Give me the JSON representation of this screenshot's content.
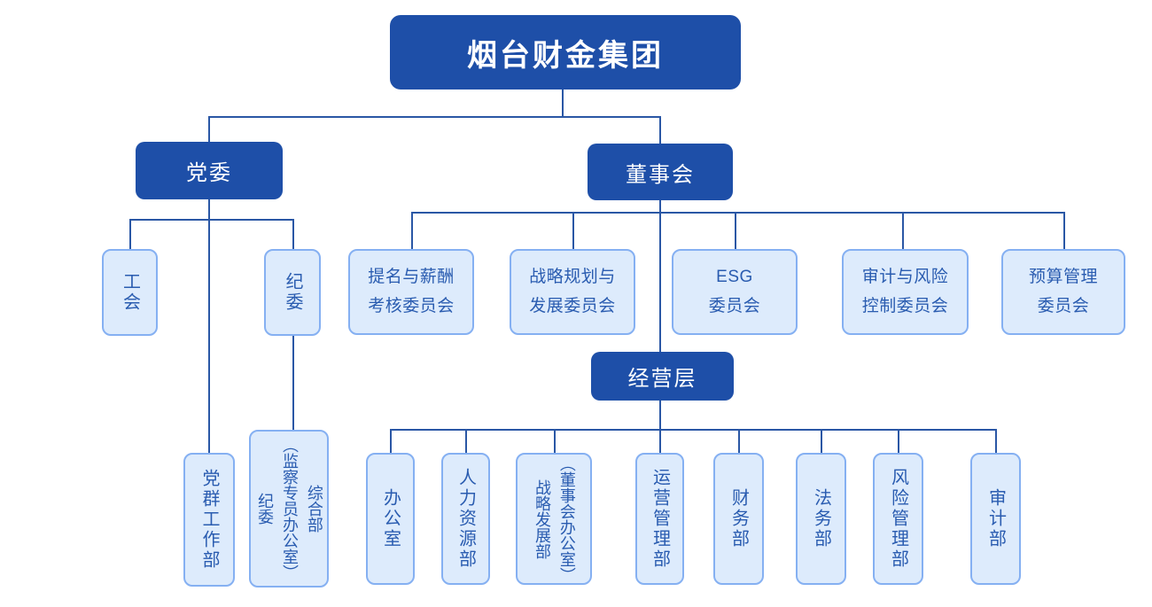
{
  "meta": {
    "diagram_type": "org-chart",
    "background": "#ffffff"
  },
  "palette": {
    "dark_node_bg": "#1e4fa8",
    "dark_node_text": "#ffffff",
    "light_node_bg": "#ddebfc",
    "light_node_border": "#85b0f2",
    "light_node_text": "#2a5cb0",
    "connector_line": "#2a57a5"
  },
  "tree": {
    "root": {
      "label": "烟台财金集团"
    },
    "party": {
      "label": "党委",
      "children": [
        {
          "label": "工会"
        },
        {
          "label": "纪委"
        }
      ],
      "party_department": {
        "label": "党群工作部"
      },
      "discipline_department": {
        "label": "纪委\n（监察专员办公室）\n综合部"
      }
    },
    "board": {
      "label": "董事会",
      "committees": [
        {
          "label": "提名与薪酬\n考核委员会"
        },
        {
          "label": "战略规划与\n发展委员会"
        },
        {
          "label": "ESG\n委员会"
        },
        {
          "label": "审计与风险\n控制委员会"
        },
        {
          "label": "预算管理\n委员会"
        }
      ]
    },
    "management": {
      "label": "经营层",
      "departments": [
        {
          "label": "办公室"
        },
        {
          "label": "人力资源部"
        },
        {
          "label": "战略发展部\n（董事会办公室）"
        },
        {
          "label": "运营管理部"
        },
        {
          "label": "财务部"
        },
        {
          "label": "法务部"
        },
        {
          "label": "风险管理部"
        },
        {
          "label": "审计部"
        }
      ]
    }
  }
}
